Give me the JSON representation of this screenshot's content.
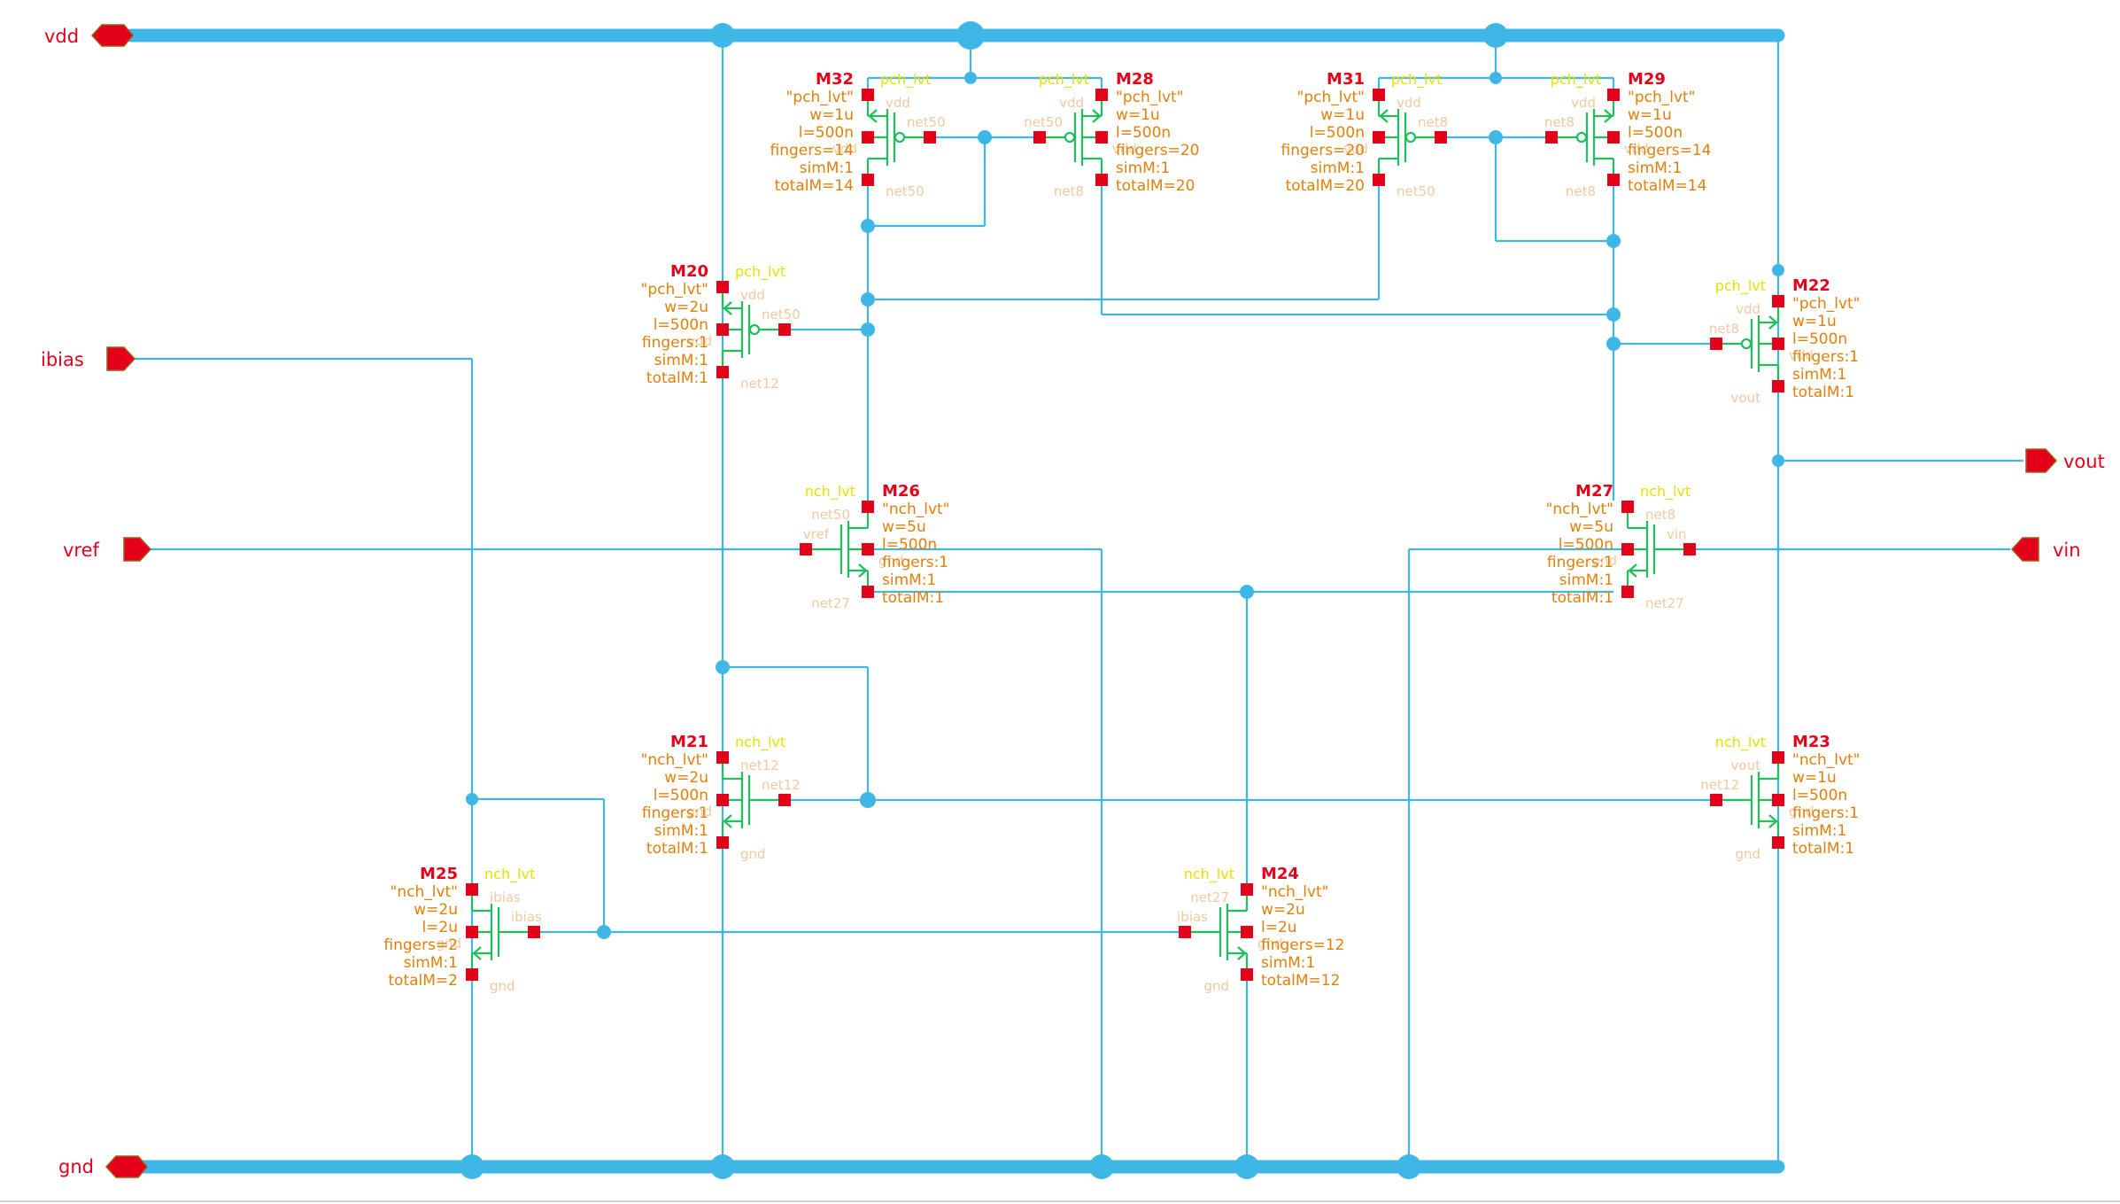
{
  "ports": {
    "vdd": "vdd",
    "gnd": "gnd",
    "ibias": "ibias",
    "vref": "vref",
    "vin": "vin",
    "vout": "vout"
  },
  "devices": {
    "M32": {
      "name": "M32",
      "model": "pch_lvt",
      "params": [
        "\"pch_lvt\"",
        "w=1u",
        "l=500n",
        "fingers=14",
        "simM:1",
        "totalM=14"
      ],
      "nets": [
        "vdd",
        "net50",
        "vdd",
        "net50"
      ]
    },
    "M28": {
      "name": "M28",
      "model": "pch_lvt",
      "params": [
        "\"pch_lvt\"",
        "w=1u",
        "l=500n",
        "fingers=20",
        "simM:1",
        "totalM=20"
      ],
      "nets": [
        "vdd",
        "net50",
        "vdd",
        "net8"
      ]
    },
    "M31": {
      "name": "M31",
      "model": "pch_lvt",
      "params": [
        "\"pch_lvt\"",
        "w=1u",
        "l=500n",
        "fingers=20",
        "simM:1",
        "totalM=20"
      ],
      "nets": [
        "vdd",
        "net8",
        "vdd",
        "net50"
      ]
    },
    "M29": {
      "name": "M29",
      "model": "pch_lvt",
      "params": [
        "\"pch_lvt\"",
        "w=1u",
        "l=500n",
        "fingers=14",
        "simM:1",
        "totalM=14"
      ],
      "nets": [
        "vdd",
        "net8",
        "vdd",
        "net8"
      ]
    },
    "M20": {
      "name": "M20",
      "model": "pch_lvt",
      "params": [
        "\"pch_lvt\"",
        "w=2u",
        "l=500n",
        "fingers:1",
        "simM:1",
        "totalM:1"
      ],
      "nets": [
        "vdd",
        "net50",
        "vdd",
        "net12"
      ]
    },
    "M22": {
      "name": "M22",
      "model": "pch_lvt",
      "params": [
        "\"pch_lvt\"",
        "w=1u",
        "l=500n",
        "fingers:1",
        "simM:1",
        "totalM:1"
      ],
      "nets": [
        "vdd",
        "net8",
        "vdd",
        "vout"
      ]
    },
    "M26": {
      "name": "M26",
      "model": "nch_lvt",
      "params": [
        "\"nch_lvt\"",
        "w=5u",
        "l=500n",
        "fingers:1",
        "simM:1",
        "totalM:1"
      ],
      "nets": [
        "net50",
        "vref",
        "gnd",
        "net27"
      ]
    },
    "M27": {
      "name": "M27",
      "model": "nch_lvt",
      "params": [
        "\"nch_lvt\"",
        "w=5u",
        "l=500n",
        "fingers:1",
        "simM:1",
        "totalM:1"
      ],
      "nets": [
        "net8",
        "vin",
        "gnd",
        "net27"
      ]
    },
    "M21": {
      "name": "M21",
      "model": "nch_lvt",
      "params": [
        "\"nch_lvt\"",
        "w=2u",
        "l=500n",
        "fingers:1",
        "simM:1",
        "totalM:1"
      ],
      "nets": [
        "net12",
        "net12",
        "gnd",
        "gnd"
      ]
    },
    "M23": {
      "name": "M23",
      "model": "nch_lvt",
      "params": [
        "\"nch_lvt\"",
        "w=1u",
        "l=500n",
        "fingers:1",
        "simM:1",
        "totalM:1"
      ],
      "nets": [
        "vout",
        "net12",
        "gnd",
        "gnd"
      ]
    },
    "M25": {
      "name": "M25",
      "model": "nch_lvt",
      "params": [
        "\"nch_lvt\"",
        "w=2u",
        "l=2u",
        "fingers=2",
        "simM:1",
        "totalM=2"
      ],
      "nets": [
        "ibias",
        "ibias",
        "gnd",
        "gnd"
      ]
    },
    "M24": {
      "name": "M24",
      "model": "nch_lvt",
      "params": [
        "\"nch_lvt\"",
        "w=2u",
        "l=2u",
        "fingers=12",
        "simM:1",
        "totalM=12"
      ],
      "nets": [
        "net27",
        "ibias",
        "gnd",
        "gnd"
      ]
    }
  },
  "colors": {
    "wire": "#3fb7e6",
    "device": "#1fbf5c",
    "pin": "#e5001a",
    "params": "#e0800a",
    "model": "#e8e000",
    "background": "#ffffff"
  }
}
